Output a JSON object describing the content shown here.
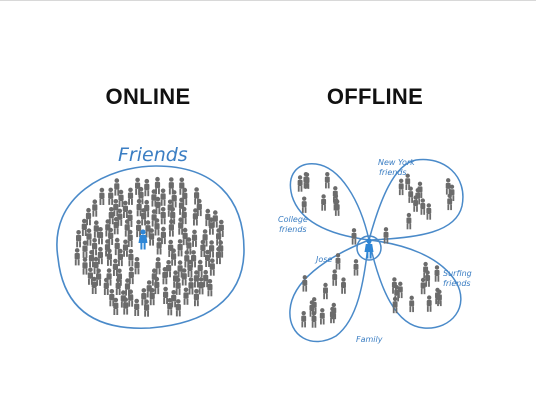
{
  "online": {
    "heading": "ONLINE",
    "group_label": "Friends"
  },
  "offline": {
    "heading": "OFFLINE",
    "labels": {
      "new_york": [
        "New York",
        "friends"
      ],
      "college": [
        "College",
        "friends"
      ],
      "jose": "Jose",
      "surfing": [
        "Surfing",
        "friends"
      ],
      "family": "Family"
    }
  },
  "colors": {
    "person_gray": "#6b6b6b",
    "highlight_blue": "#2e86d6",
    "line_blue": "#4a8ac9"
  }
}
